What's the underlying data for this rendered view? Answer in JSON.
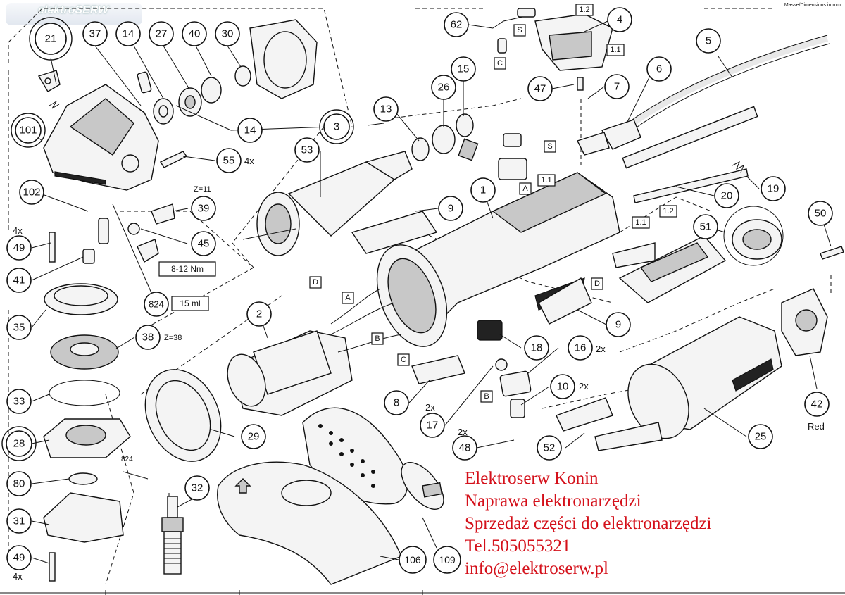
{
  "watermark": {
    "text": "elektroSERW"
  },
  "dimensions_note": "Masse/Dimensions in mm",
  "callouts": {
    "c21": "21",
    "c37": "37",
    "c14a": "14",
    "c27": "27",
    "c40": "40",
    "c30": "30",
    "c62": "62",
    "c4": "4",
    "c5": "5",
    "c101": "101",
    "c14b": "14",
    "c3": "3",
    "c13": "13",
    "c26": "26",
    "c15": "15",
    "c47": "47",
    "c7": "7",
    "c6": "6",
    "c55": "55",
    "c53": "53",
    "c102": "102",
    "c39": "39",
    "c1": "1",
    "c9a": "9",
    "c19": "19",
    "c20": "20",
    "c50": "50",
    "c49a": "49",
    "c51": "51",
    "c45": "45",
    "c41": "41",
    "c35": "35",
    "c824": "824",
    "c9b": "9",
    "c2": "2",
    "c18": "18",
    "c16": "16",
    "c38": "38",
    "c42": "42",
    "c33": "33",
    "c8": "8",
    "c10": "10",
    "c17": "17",
    "c28": "28",
    "c29": "29",
    "c48": "48",
    "c52": "52",
    "c25": "25",
    "c80": "80",
    "c32": "32",
    "c31": "31",
    "c49b": "49",
    "c106": "106",
    "c109": "109"
  },
  "tags": {
    "t12a": "1.2",
    "tS1": "S",
    "t11a": "1.1",
    "tC1": "C",
    "tS2": "S",
    "tA1": "A",
    "t11b": "1.1",
    "t12b": "1.2",
    "t11c": "1.1",
    "tD1": "D",
    "tD2": "D",
    "tA2": "A",
    "tB1": "B",
    "tC2": "C",
    "tB2": "B",
    "t15ml": "15 ml",
    "tNm": "8-12 Nm"
  },
  "notes": {
    "q55": "4x",
    "q49a": "4x",
    "z11": "Z=11",
    "z38": "Z=38",
    "q16": "2x",
    "q10": "2x",
    "q17": "2x",
    "q48": "2x",
    "q49b": "4x",
    "red": "Red",
    "s824": "824"
  },
  "promo": {
    "line1": "Elektroserw Konin",
    "line2": "Naprawa elektronarzędzi",
    "line3": "Sprzedaż części do elektronarzędzi",
    "line4": "Tel.505055321",
    "line5": "info@elektroserw.pl"
  }
}
